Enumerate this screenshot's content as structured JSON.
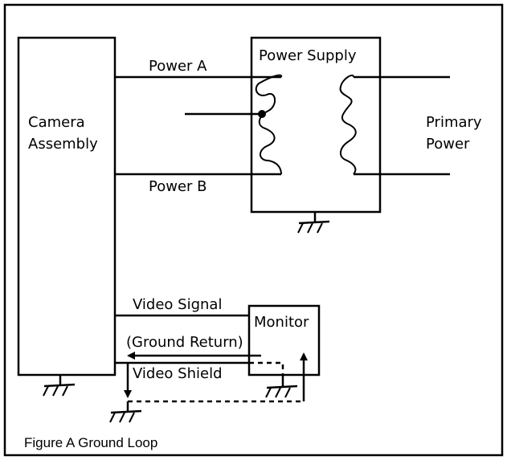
{
  "diagram": {
    "camera_line1": "Camera",
    "camera_line2": "Assembly",
    "power_supply": "Power Supply",
    "power_a": "Power A",
    "power_b": "Power B",
    "primary_line1": "Primary",
    "primary_line2": "Power",
    "video_signal": "Video Signal",
    "ground_return": "(Ground Return)",
    "video_shield": "Video Shield",
    "monitor": "Monitor",
    "caption": "Figure A Ground Loop"
  }
}
